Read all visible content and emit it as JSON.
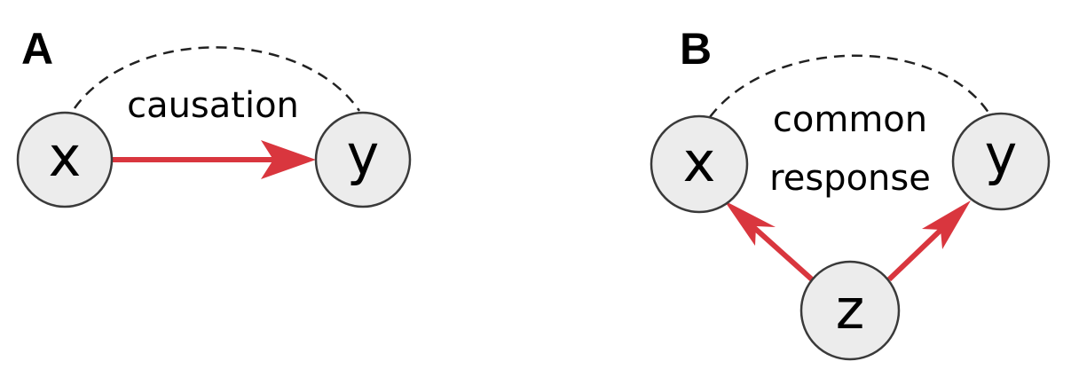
{
  "colors": {
    "arrow": "#d9363e",
    "node_fill": "#ececec",
    "node_stroke": "#3a3a3a",
    "text": "#000000"
  },
  "panel_a": {
    "letter": "A",
    "relation_label": "causation",
    "nodes": {
      "x": "x",
      "y": "y"
    }
  },
  "panel_b": {
    "letter": "B",
    "relation_label_line1": "common",
    "relation_label_line2": "response",
    "nodes": {
      "x": "x",
      "y": "y",
      "z": "z"
    }
  }
}
